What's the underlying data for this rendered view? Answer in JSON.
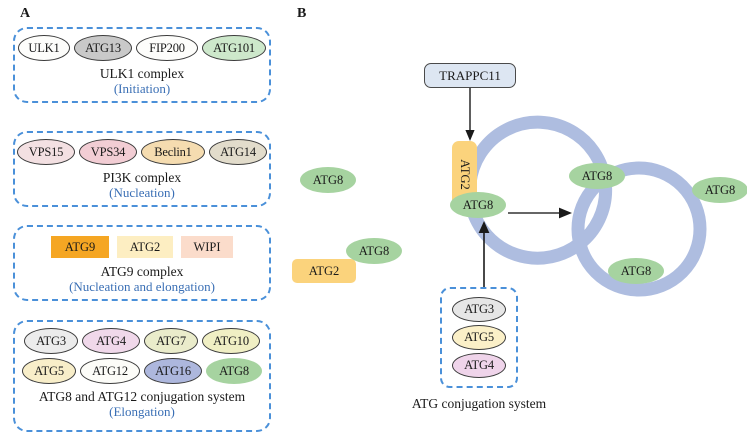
{
  "panels": {
    "a_letter": "A",
    "b_letter": "B"
  },
  "panel_a": {
    "groups": [
      {
        "title": "ULK1 complex",
        "subtitle": "(Initiation)",
        "nodes": [
          {
            "label": "ULK1",
            "fill": "#fdfdfb",
            "shape": "ellipse",
            "w": 52,
            "h": 26
          },
          {
            "label": "ATG13",
            "fill": "#c9c9c9",
            "shape": "ellipse",
            "w": 58,
            "h": 26
          },
          {
            "label": "FIP200",
            "fill": "#fdfdfb",
            "shape": "ellipse",
            "w": 62,
            "h": 26
          },
          {
            "label": "ATG101",
            "fill": "#cde8cb",
            "shape": "ellipse",
            "w": 64,
            "h": 26
          }
        ]
      },
      {
        "title": "PI3K complex",
        "subtitle": "(Nucleation)",
        "nodes": [
          {
            "label": "VPS15",
            "fill": "#f3e0e2",
            "shape": "ellipse",
            "w": 58,
            "h": 26
          },
          {
            "label": "VPS34",
            "fill": "#f2cdd4",
            "shape": "ellipse",
            "w": 58,
            "h": 26
          },
          {
            "label": "Beclin1",
            "fill": "#f5dcb0",
            "shape": "ellipse",
            "w": 64,
            "h": 26
          },
          {
            "label": "ATG14",
            "fill": "#e2dccb",
            "shape": "ellipse",
            "w": 58,
            "h": 26
          }
        ]
      },
      {
        "title": "ATG9 complex",
        "subtitle": "(Nucleation and elongation)",
        "nodes": [
          {
            "label": "ATG9",
            "fill": "#f5a623",
            "shape": "rect",
            "w": 58,
            "h": 22
          },
          {
            "label": "ATG2",
            "fill": "#fdeec2",
            "shape": "rect",
            "w": 56,
            "h": 22
          },
          {
            "label": "WIPI",
            "fill": "#fbdccb",
            "shape": "rect",
            "w": 52,
            "h": 22
          }
        ]
      },
      {
        "title": "ATG8 and ATG12 conjugation system",
        "subtitle": "(Elongation)",
        "row1": [
          {
            "label": "ATG3",
            "fill": "#ececec",
            "shape": "ellipse",
            "w": 54,
            "h": 26
          },
          {
            "label": "ATG4",
            "fill": "#f0d8ea",
            "shape": "ellipse",
            "w": 58,
            "h": 26
          },
          {
            "label": "ATG7",
            "fill": "#eaeccb",
            "shape": "ellipse",
            "w": 54,
            "h": 26
          },
          {
            "label": "ATG10",
            "fill": "#f0efc4",
            "shape": "ellipse",
            "w": 58,
            "h": 26
          }
        ],
        "row2": [
          {
            "label": "ATG5",
            "fill": "#f8eec9",
            "shape": "ellipse",
            "w": 54,
            "h": 26
          },
          {
            "label": "ATG12",
            "fill": "#fcfcf8",
            "shape": "ellipse",
            "w": 60,
            "h": 26
          },
          {
            "label": "ATG16",
            "fill": "#adb7dd",
            "shape": "ellipse",
            "w": 58,
            "h": 26
          },
          {
            "label": "ATG8",
            "fill": "#a6d3a0",
            "shape": "ellipse-noborder",
            "w": 56,
            "h": 26
          }
        ]
      }
    ]
  },
  "panel_b": {
    "trappc11": {
      "label": "TRAPPC11",
      "fill": "#dde6f2"
    },
    "atg2_vertical": {
      "label": "ATG2",
      "fill": "#fbd37c"
    },
    "atg2_horizontal": {
      "label": "ATG2",
      "fill": "#fbd37c"
    },
    "phagophore_color": "#aebde0",
    "autophagosome_color": "#aebde0",
    "atg8_fill": "#a6d3a0",
    "atg8_labels_left": [
      "ATG8",
      "ATG8",
      "ATG8"
    ],
    "atg8_labels_right": [
      "ATG8",
      "ATG8",
      "ATG8"
    ],
    "conjugation": {
      "caption": "ATG conjugation system",
      "nodes": [
        {
          "label": "ATG3",
          "fill": "#e6e6e6"
        },
        {
          "label": "ATG5",
          "fill": "#fbf0c8"
        },
        {
          "label": "ATG4",
          "fill": "#efd4ea"
        }
      ]
    }
  }
}
